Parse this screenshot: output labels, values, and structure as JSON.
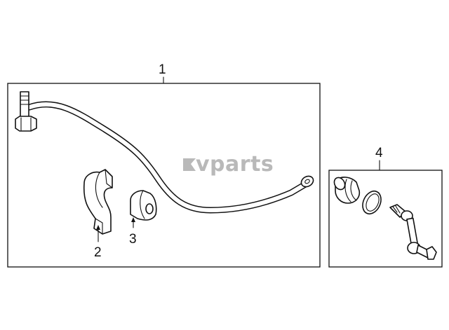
{
  "callouts": {
    "part_1": "1",
    "part_2": "2",
    "part_3": "3",
    "part_4": "4"
  },
  "watermark": {
    "text": "vparts"
  },
  "colors": {
    "ink": "#111111",
    "watermark": "#b9b9b9",
    "background": "#ffffff"
  }
}
